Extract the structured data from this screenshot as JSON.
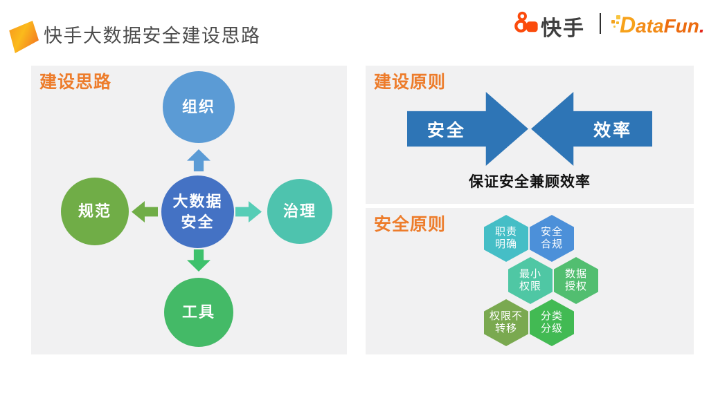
{
  "header": {
    "title": "快手大数据安全建设思路",
    "kuaishou_wordmark": "快手",
    "datafun": {
      "d": "D",
      "ata": "ata",
      "fun": "Fun",
      "dot": "."
    }
  },
  "left_panel": {
    "label": "建设思路",
    "center_line1": "大数据",
    "center_line2": "安全",
    "node_top": "组织",
    "node_left": "规范",
    "node_right": "治理",
    "node_bottom": "工具"
  },
  "top_right_panel": {
    "label": "建设原则",
    "left_arrow_label": "安全",
    "right_arrow_label": "效率",
    "caption": "保证安全兼顾效率"
  },
  "bottom_right_panel": {
    "label": "安全原则",
    "hexagons": [
      {
        "line1": "职责",
        "line2": "明确",
        "color": "#45BEC6"
      },
      {
        "line1": "安全",
        "line2": "合规",
        "color": "#4C90D9"
      },
      {
        "line1": "最小",
        "line2": "权限",
        "color": "#4FC7A4"
      },
      {
        "line1": "数据",
        "line2": "授权",
        "color": "#52BE70"
      },
      {
        "line1": "权限不",
        "line2": "转移",
        "color": "#7AA950"
      },
      {
        "line1": "分类",
        "line2": "分级",
        "color": "#42BA53"
      }
    ]
  },
  "colors": {
    "accent_orange": "#ED7C2B",
    "panel_bg": "#F1F1F2",
    "node_top": "#5B9BD5",
    "node_center": "#4472C4",
    "node_left": "#70AD47",
    "node_right": "#4EC3AE",
    "node_bottom": "#44BA67",
    "arrow_up": "#5B9BD5",
    "arrow_left": "#70AD47",
    "arrow_right": "#56CDB6",
    "arrow_down": "#3EC16C",
    "big_arrow_blue": "#2E75B6",
    "kuaishou_orange": "#FB4B0C"
  }
}
